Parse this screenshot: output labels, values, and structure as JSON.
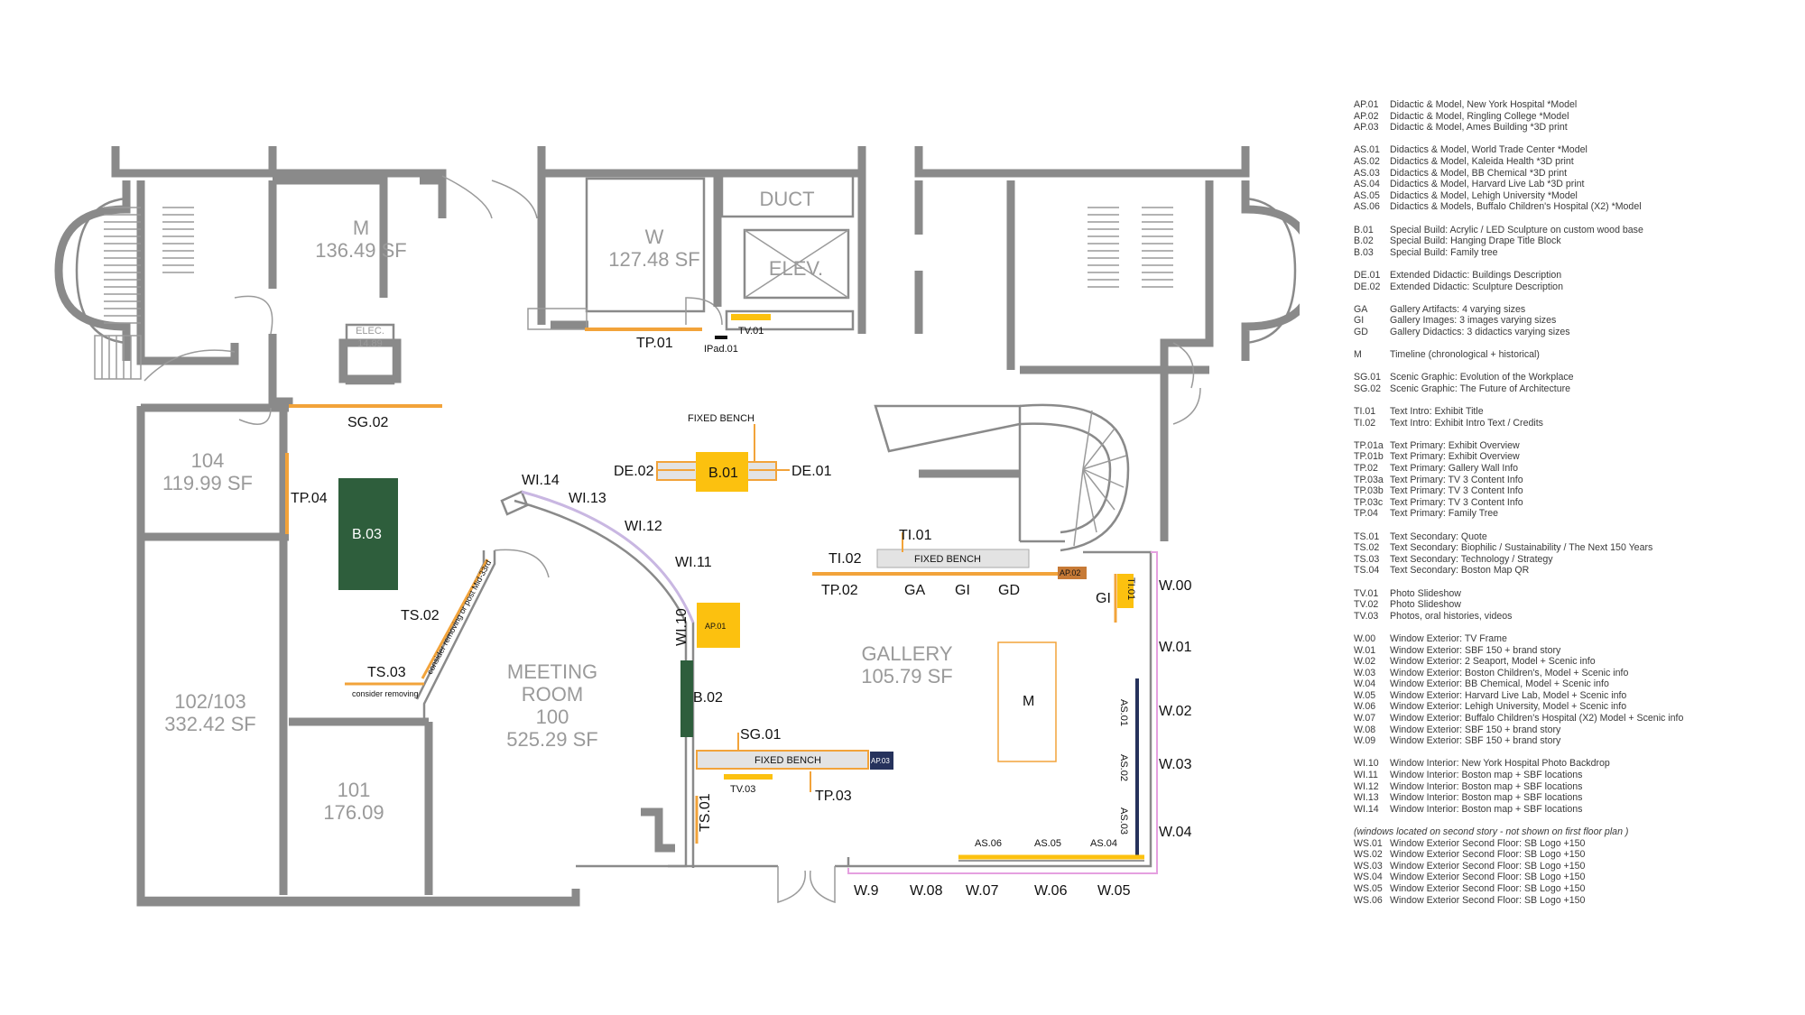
{
  "rooms": {
    "m": {
      "name": "M",
      "area": "136.49 SF"
    },
    "w": {
      "name": "W",
      "area": "127.48 SF"
    },
    "duct": "DUCT",
    "elev": "ELEV.",
    "elec": {
      "name": "ELEC.",
      "area": "14.89"
    },
    "r104": {
      "name": "104",
      "area": "119.99 SF"
    },
    "r102": {
      "name": "102/103",
      "area": "332.42 SF"
    },
    "r101": {
      "name": "101",
      "area": "176.09"
    },
    "meeting": {
      "line1": "MEETING",
      "line2": "ROOM",
      "line3": "100",
      "area": "525.29 SF"
    },
    "gallery": {
      "name": "GALLERY",
      "area": "105.79 SF"
    }
  },
  "tags": {
    "tp01": "TP.01",
    "ipad01": "IPad.01",
    "tv01": "TV.01",
    "sg02": "SG.02",
    "fixed_bench_1": "FIXED BENCH",
    "de02": "DE.02",
    "b01": "B.01",
    "de01": "DE.01",
    "tp04": "TP.04",
    "b03": "B.03",
    "wi14": "WI.14",
    "wi13": "WI.13",
    "wi12": "WI.12",
    "wi11": "WI.11",
    "wi10": "WI.10",
    "ap01": "AP.01",
    "ts02": "TS.02",
    "ts02_note": "consider removing or post Mid-33rd",
    "ts03": "TS.03",
    "ts03_note": "consider removing",
    "b02": "B.02",
    "sg01": "SG.01",
    "fixed_bench_2": "FIXED BENCH",
    "ap03": "AP.03",
    "tv03": "TV.03",
    "tp03": "TP.03",
    "ts01": "TS.01",
    "ti01": "TI.01",
    "ti02": "TI.02",
    "fixed_bench_3": "FIXED BENCH",
    "ap02": "AP.02",
    "tp02": "TP.02",
    "ga": "GA",
    "gi": "GI",
    "gd": "GD",
    "gi2": "GI",
    "ti01v": "TI.01",
    "m_timeline": "M",
    "as01": "AS.01",
    "as02": "AS.02",
    "as03": "AS.03",
    "as04": "AS.04",
    "as05": "AS.05",
    "as06": "AS.06",
    "w00": "W.00",
    "w01": "W.01",
    "w02": "W.02",
    "w03": "W.03",
    "w04": "W.04",
    "w05": "W.05",
    "w06": "W.06",
    "w07": "W.07",
    "w08": "W.08",
    "w9": "W.9"
  },
  "legend": [
    [
      [
        "AP.01",
        "Didactic & Model, New York Hospital *Model"
      ],
      [
        "AP.02",
        "Didactic & Model, Ringling College *Model"
      ],
      [
        "AP.03",
        "Didactic & Model, Ames Building *3D print"
      ]
    ],
    [
      [
        "AS.01",
        "Didactics & Model, World Trade Center  *Model"
      ],
      [
        "AS.02",
        "Didactics & Model, Kaleida Health *3D print"
      ],
      [
        "AS.03",
        "Didactics & Model, BB Chemical *3D print"
      ],
      [
        "AS.04",
        "Didactics & Model, Harvard Live Lab *3D print"
      ],
      [
        "AS.05",
        "Didactics & Model, Lehigh University *Model"
      ],
      [
        "AS.06",
        "Didactics & Models, Buffalo Children's Hospital (X2) *Model"
      ]
    ],
    [
      [
        "B.01",
        "Special Build: Acrylic / LED Sculpture on custom wood base"
      ],
      [
        "B.02",
        "Special Build: Hanging Drape Title Block"
      ],
      [
        "B.03",
        "Special Build: Family tree"
      ]
    ],
    [
      [
        "DE.01",
        "Extended Didactic: Buildings Description"
      ],
      [
        "DE.02",
        "Extended Didactic: Sculpture Description"
      ]
    ],
    [
      [
        "GA",
        "Gallery Artifacts: 4 varying sizes"
      ],
      [
        "GI",
        "Gallery Images: 3 images varying sizes"
      ],
      [
        "GD",
        "Gallery Didactics: 3 didactics varying sizes"
      ]
    ],
    [
      [
        "M",
        "Timeline (chronological + historical)"
      ]
    ],
    [
      [
        "SG.01",
        "Scenic Graphic: Evolution of the Workplace"
      ],
      [
        "SG.02",
        "Scenic Graphic: The Future of Architecture"
      ]
    ],
    [
      [
        "TI.01",
        "Text Intro: Exhibit Title"
      ],
      [
        "TI.02",
        "Text Intro: Exhibit Intro Text / Credits"
      ]
    ],
    [
      [
        "TP.01a",
        "Text Primary: Exhibit Overview"
      ],
      [
        "TP.01b",
        "Text Primary: Exhibit Overview"
      ],
      [
        "TP.02",
        "Text Primary: Gallery Wall Info"
      ],
      [
        "TP.03a",
        "Text Primary: TV 3 Content Info"
      ],
      [
        "TP.03b",
        "Text Primary: TV 3 Content Info"
      ],
      [
        "TP.03c",
        "Text Primary: TV 3 Content Info"
      ],
      [
        "TP.04",
        "Text Primary: Family Tree"
      ]
    ],
    [
      [
        "TS.01",
        "Text Secondary: Quote"
      ],
      [
        "TS.02",
        "Text Secondary: Biophilic / Sustainability / The Next 150 Years"
      ],
      [
        "TS.03",
        "Text Secondary: Technology / Strategy"
      ],
      [
        "TS.04",
        "Text Secondary: Boston Map QR"
      ]
    ],
    [
      [
        "TV.01",
        "Photo Slideshow"
      ],
      [
        "TV.02",
        "Photo Slideshow"
      ],
      [
        "TV.03",
        "Photos, oral histories, videos"
      ]
    ],
    [
      [
        "W.00",
        "Window Exterior: TV Frame"
      ],
      [
        "W.01",
        "Window Exterior: SBF 150 + brand story"
      ],
      [
        "W.02",
        "Window Exterior: 2 Seaport, Model + Scenic info"
      ],
      [
        "W.03",
        "Window Exterior: Boston Children's, Model + Scenic info"
      ],
      [
        "W.04",
        "Window Exterior: BB Chemical, Model + Scenic info"
      ],
      [
        "W.05",
        "Window Exterior: Harvard Live Lab, Model + Scenic info"
      ],
      [
        "W.06",
        "Window Exterior: Lehigh University, Model + Scenic info"
      ],
      [
        "W.07",
        "Window Exterior: Buffalo Children's Hospital (X2) Model + Scenic info"
      ],
      [
        "W.08",
        "Window Exterior: SBF 150 + brand story"
      ],
      [
        "W.09",
        "Window Exterior: SBF 150 + brand story"
      ]
    ],
    [
      [
        "WI.10",
        "Window Interior: New York Hospital Photo Backdrop"
      ],
      [
        "WI.11",
        "Window Interior: Boston map + SBF locations"
      ],
      [
        "WI.12",
        "Window Interior: Boston map + SBF locations"
      ],
      [
        "WI.13",
        "Window Interior: Boston map + SBF locations"
      ],
      [
        "WI.14",
        "Window Interior: Boston map + SBF locations"
      ]
    ]
  ],
  "legend_note": "(windows located on second story - not shown on first floor plan )",
  "legend_second_floor": [
    [
      "WS.01",
      "Window Exterior Second Floor: SB Logo +150"
    ],
    [
      "WS.02",
      "Window Exterior Second Floor: SB Logo +150"
    ],
    [
      "WS.03",
      "Window Exterior Second Floor: SB Logo +150"
    ],
    [
      "WS.04",
      "Window Exterior Second Floor: SB Logo +150"
    ],
    [
      "WS.05",
      "Window Exterior Second Floor: SB Logo +150"
    ],
    [
      "WS.06",
      "Window Exterior Second Floor: SB Logo +150"
    ]
  ],
  "colors": {
    "wall": "#8a8a8a",
    "orange": "#f2a33a",
    "yellow": "#fcc10f",
    "green": "#2e5e3c",
    "navy": "#26325c",
    "brown": "#c77a36",
    "pink": "#e5a0e0"
  }
}
